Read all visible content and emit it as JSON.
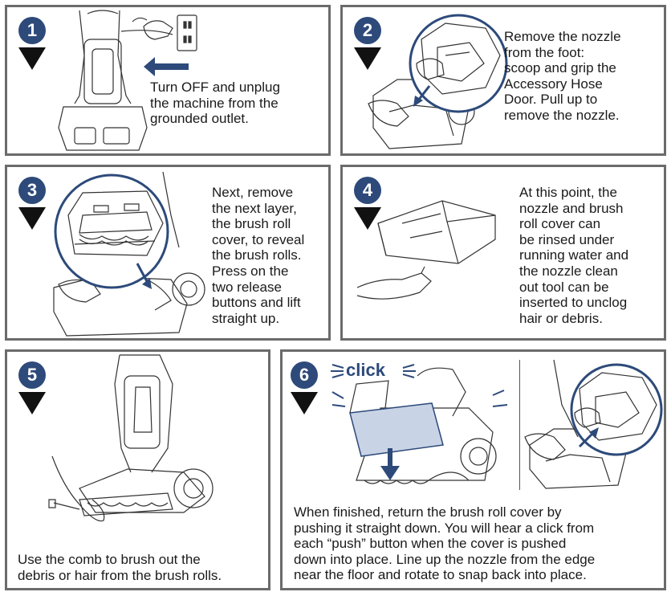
{
  "steps": [
    {
      "number": "1",
      "text": "Turn OFF and unplug\nthe machine from the\ngrounded outlet."
    },
    {
      "number": "2",
      "text": "Remove the nozzle\nfrom the foot:\nscoop and grip the\nAccessory Hose\nDoor. Pull up to\nremove the nozzle."
    },
    {
      "number": "3",
      "text": "Next, remove\nthe next layer,\nthe brush roll\ncover, to reveal\nthe brush rolls.\nPress on the\ntwo release\nbuttons and lift\nstraight up."
    },
    {
      "number": "4",
      "text": "At this point, the\nnozzle and brush\nroll cover can\nbe rinsed under\nrunning water and\nthe nozzle clean\nout tool can be\ninserted to unclog\nhair or debris."
    },
    {
      "number": "5",
      "text": "Use the comb to brush out the\ndebris or hair from the brush rolls."
    },
    {
      "number": "6",
      "click_label": "click",
      "text": "When finished, return the brush roll cover by\npushing it straight down. You will hear a click from\neach “push” button when the cover is pushed\ndown into place. Line up the nozzle from the edge\nnear the floor and rotate to snap back into place."
    }
  ],
  "colors": {
    "badge": "#2d4a7a",
    "accent_blue": "#2d4a7a",
    "border": "#6b6b6b",
    "cover_highlight": "#c9d3e6"
  }
}
